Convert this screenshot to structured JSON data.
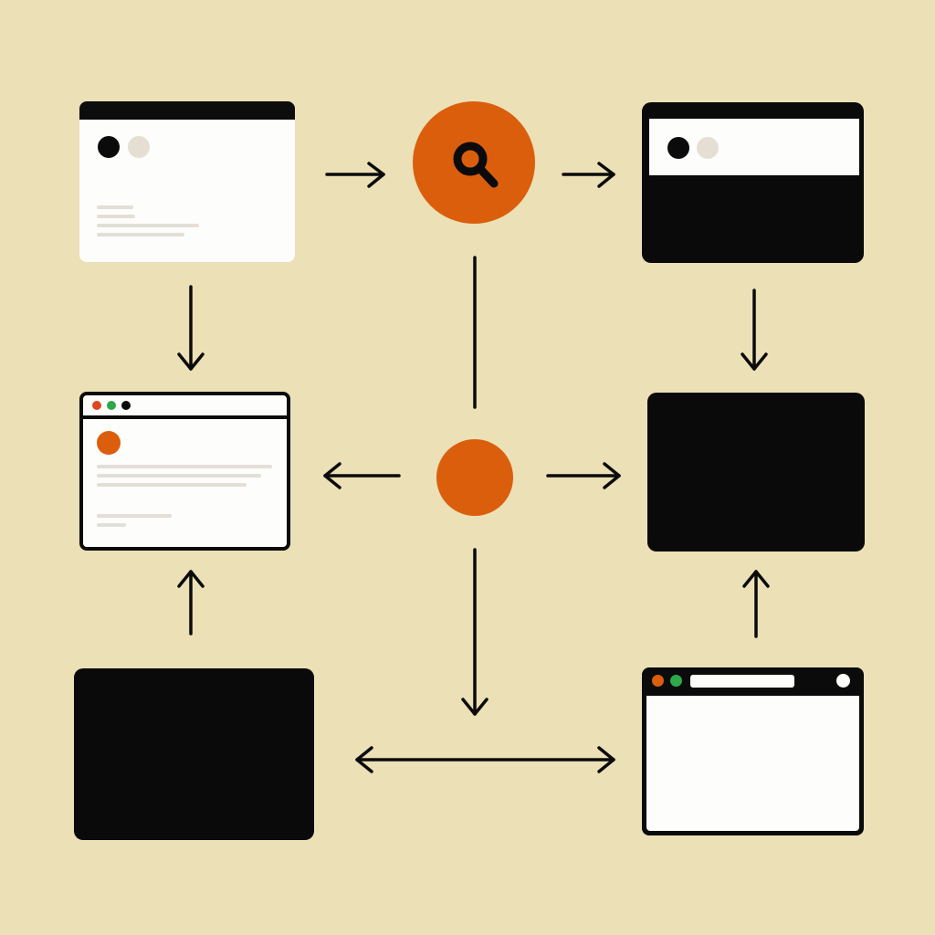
{
  "colors": {
    "background": "#ebe0b6",
    "accent": "#db5e0d",
    "ink": "#0b0b0b",
    "paper": "#fdfdfb",
    "placeholder_line": "#e3dfd6",
    "dot_light": "#e5dfd3",
    "traffic_red": "#e0471f",
    "traffic_green": "#2fa84a"
  },
  "nodes": {
    "top_left": {
      "kind": "window",
      "style": "white-with-black-title-bar",
      "icons": [
        "black-circle-icon",
        "light-circle-icon"
      ]
    },
    "top_center": {
      "kind": "hub",
      "icon": "search-icon"
    },
    "top_right": {
      "kind": "window",
      "style": "black-with-white-panel",
      "icons": [
        "black-circle-icon",
        "light-circle-icon"
      ]
    },
    "middle_left": {
      "kind": "browser-window",
      "icons": [
        "traffic-red-icon",
        "traffic-green-icon",
        "traffic-black-icon",
        "avatar-circle-icon"
      ]
    },
    "middle_center": {
      "kind": "hub",
      "icon": "orange-dot-icon"
    },
    "middle_right": {
      "kind": "window",
      "style": "solid-black"
    },
    "bottom_left": {
      "kind": "window",
      "style": "solid-black"
    },
    "bottom_right": {
      "kind": "browser-window",
      "icons": [
        "traffic-orange-icon",
        "traffic-green-icon",
        "address-bar",
        "profile-dot-icon"
      ]
    }
  },
  "connections": [
    {
      "from": "top_left",
      "to": "top_center",
      "direction": "right"
    },
    {
      "from": "top_center",
      "to": "top_right",
      "direction": "right"
    },
    {
      "from": "top_left",
      "to": "middle_left",
      "direction": "down"
    },
    {
      "from": "top_right",
      "to": "middle_right",
      "direction": "down"
    },
    {
      "from": "top_center",
      "to": "middle_center",
      "direction": "none"
    },
    {
      "from": "middle_center",
      "to": "middle_left",
      "direction": "left"
    },
    {
      "from": "middle_center",
      "to": "middle_right",
      "direction": "right"
    },
    {
      "from": "middle_center",
      "to": "bottom_center",
      "direction": "down"
    },
    {
      "from": "bottom_left",
      "to": "middle_left",
      "direction": "up"
    },
    {
      "from": "bottom_right",
      "to": "middle_right",
      "direction": "up"
    },
    {
      "from": "bottom_left",
      "to": "bottom_right",
      "direction": "both"
    }
  ]
}
